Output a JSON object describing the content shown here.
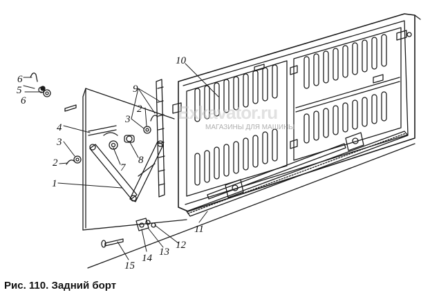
{
  "caption": "Рис. 110. Задний борт",
  "watermark": {
    "brand": "Exkavator.ru",
    "tagline": "МАГАЗИНЫ ДЛЯ МАШИНЫ"
  },
  "callouts": [
    {
      "id": "c6a",
      "text": "6"
    },
    {
      "id": "c5",
      "text": "5"
    },
    {
      "id": "c6b",
      "text": "6"
    },
    {
      "id": "c4",
      "text": "4"
    },
    {
      "id": "c3a",
      "text": "3"
    },
    {
      "id": "c2a",
      "text": "2"
    },
    {
      "id": "c1",
      "text": "1"
    },
    {
      "id": "c7",
      "text": "7"
    },
    {
      "id": "c8",
      "text": "8"
    },
    {
      "id": "c9",
      "text": "9"
    },
    {
      "id": "c2b",
      "text": "2"
    },
    {
      "id": "c3b",
      "text": "3"
    },
    {
      "id": "c10",
      "text": "10"
    },
    {
      "id": "c11",
      "text": "11"
    },
    {
      "id": "c12",
      "text": "12"
    },
    {
      "id": "c13",
      "text": "13"
    },
    {
      "id": "c14",
      "text": "14"
    },
    {
      "id": "c15",
      "text": "15"
    }
  ]
}
